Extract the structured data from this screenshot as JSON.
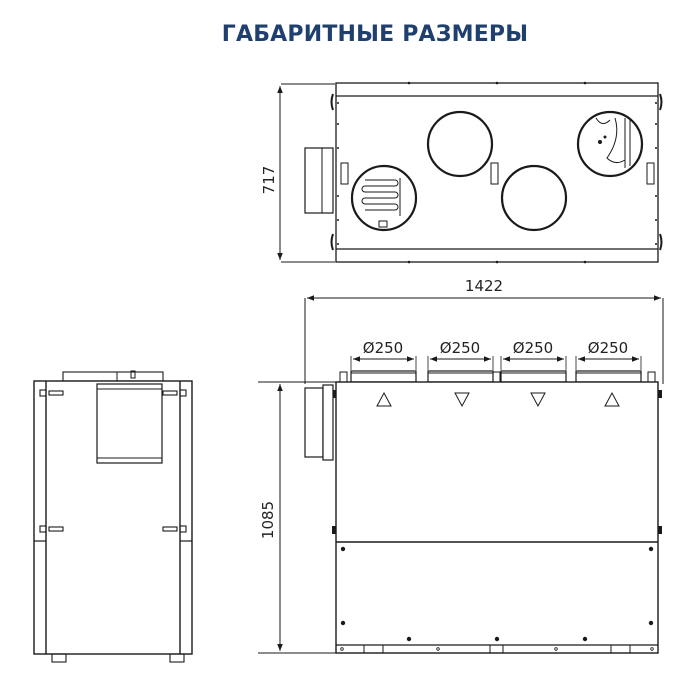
{
  "title": "ГАБАРИТНЫЕ РАЗМЕРЫ",
  "colors": {
    "title": "#1f3f6e",
    "lines": "#1a1a1a"
  },
  "top_view": {
    "depth_label": "717",
    "round_ports": 4
  },
  "front_view": {
    "width_label": "1422",
    "height_label": "1085",
    "port_labels": [
      "Ø250",
      "Ø250",
      "Ø250",
      "Ø250"
    ],
    "flow_arrows": [
      "up",
      "down",
      "down",
      "up"
    ]
  },
  "side_view": {
    "label": ""
  }
}
